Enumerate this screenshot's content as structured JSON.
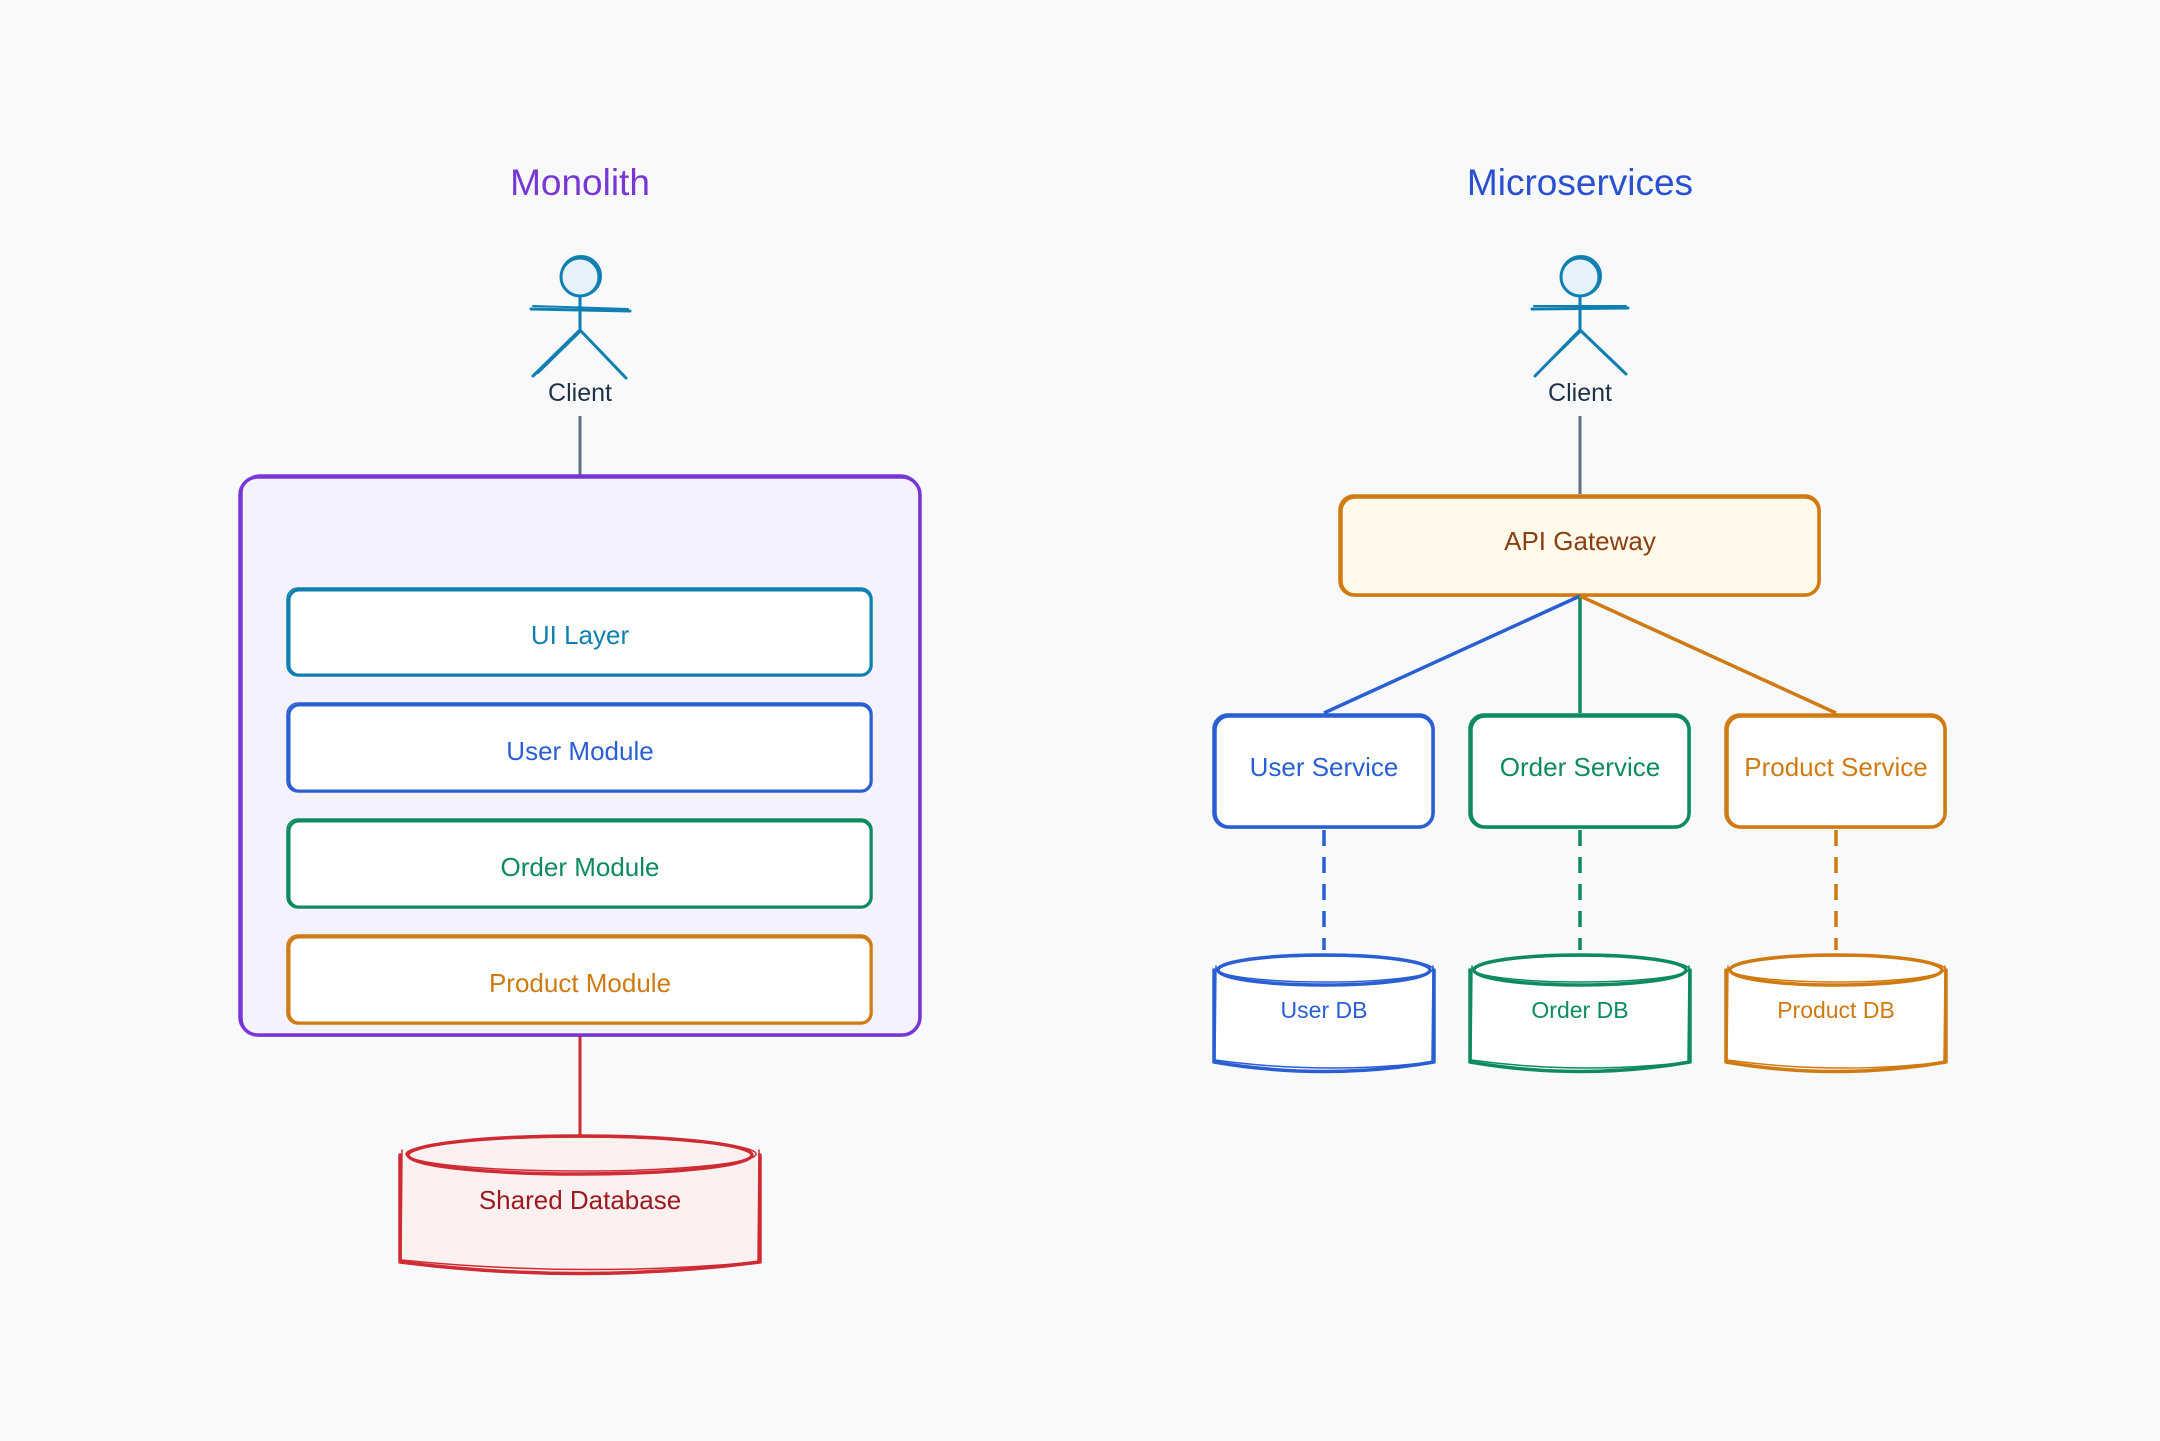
{
  "colors": {
    "background": "#f8f9fb",
    "purple": "#7637d4",
    "violet_fill": "#f4f2fe",
    "cyan": "#0f7fb1",
    "blue": "#2a5fd3",
    "green": "#0e8b5e",
    "orange": "#d07a12",
    "orange_text": "#8a3f10",
    "orange_fill": "#fffaea",
    "red": "#cf2b33",
    "red_text": "#9a1a20",
    "red_fill": "#fdf0f0",
    "gray_line": "#5f6f84",
    "client_head_fill": "#e6f2fb"
  },
  "monolith": {
    "title": "Monolith",
    "client_label": "Client",
    "layers": [
      {
        "label": "UI Layer",
        "color": "cyan"
      },
      {
        "label": "User Module",
        "color": "blue"
      },
      {
        "label": "Order Module",
        "color": "green"
      },
      {
        "label": "Product Module",
        "color": "orange"
      }
    ],
    "database": "Shared Database"
  },
  "microservices": {
    "title": "Microservices",
    "client_label": "Client",
    "gateway": "API Gateway",
    "services": [
      {
        "label": "User Service",
        "db": "User DB",
        "color": "blue"
      },
      {
        "label": "Order Service",
        "db": "Order DB",
        "color": "green"
      },
      {
        "label": "Product Service",
        "db": "Product DB",
        "color": "orange"
      }
    ]
  }
}
